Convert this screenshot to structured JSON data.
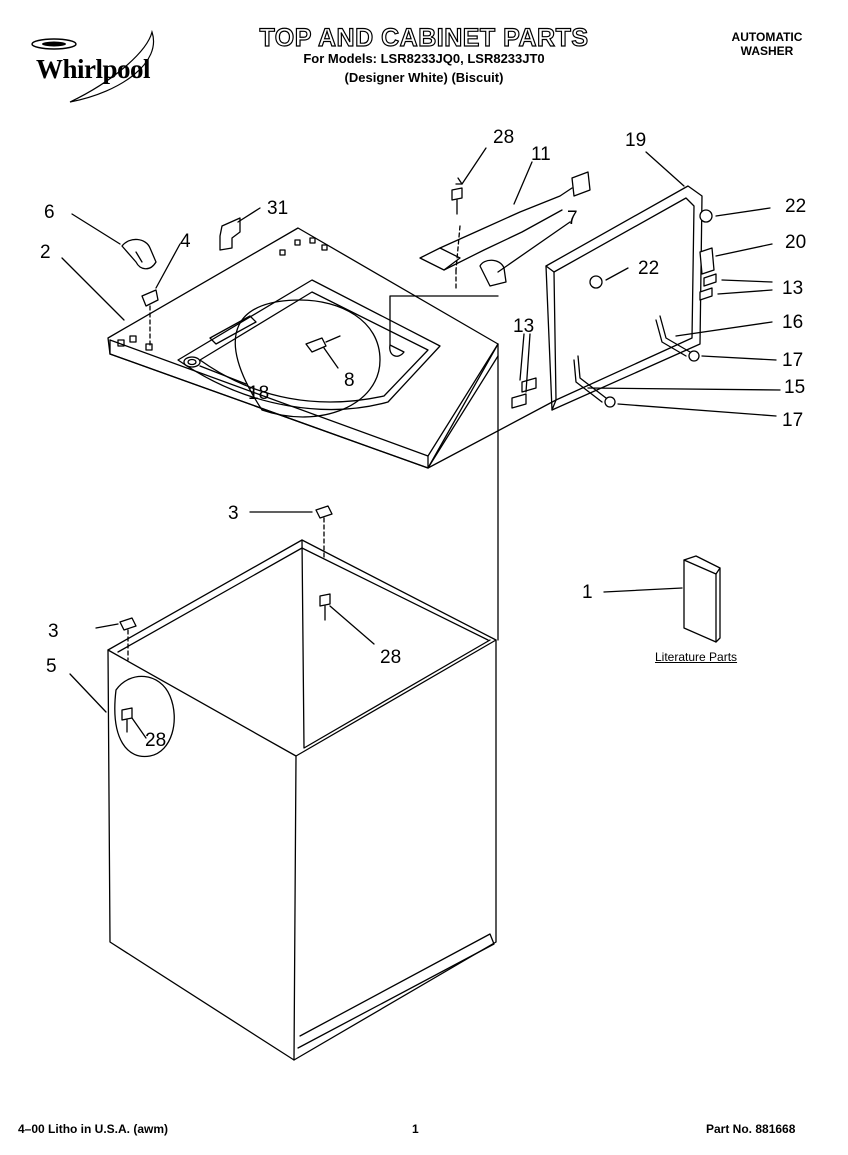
{
  "header": {
    "brand": "Whirlpool",
    "title": "TOP AND CABINET PARTS",
    "models_line": "For Models: LSR8233JQ0, LSR8233JT0",
    "colors_line": "(Designer White)  (Biscuit)",
    "product_line1": "AUTOMATIC",
    "product_line2": "WASHER"
  },
  "footer": {
    "print_info": "4–00 Litho in U.S.A. (awm)",
    "page_number": "1",
    "part_number": "Part No. 881668"
  },
  "literature_label": "Literature Parts",
  "callouts": {
    "c28_top": "28",
    "c11": "11",
    "c19": "19",
    "c6": "6",
    "c31": "31",
    "c4": "4",
    "c2": "2",
    "c7": "7",
    "c22_right": "22",
    "c20": "20",
    "c22_mid": "22",
    "c13_right": "13",
    "c16": "16",
    "c13_left": "13",
    "c8": "8",
    "c17_upper": "17",
    "c18": "18",
    "c15": "15",
    "c17_lower": "17",
    "c3_upper": "3",
    "c1": "1",
    "c3_lower": "3",
    "c28_mid": "28",
    "c5": "5",
    "c28_low": "28"
  },
  "colors": {
    "ink": "#000000",
    "paper": "#ffffff"
  }
}
